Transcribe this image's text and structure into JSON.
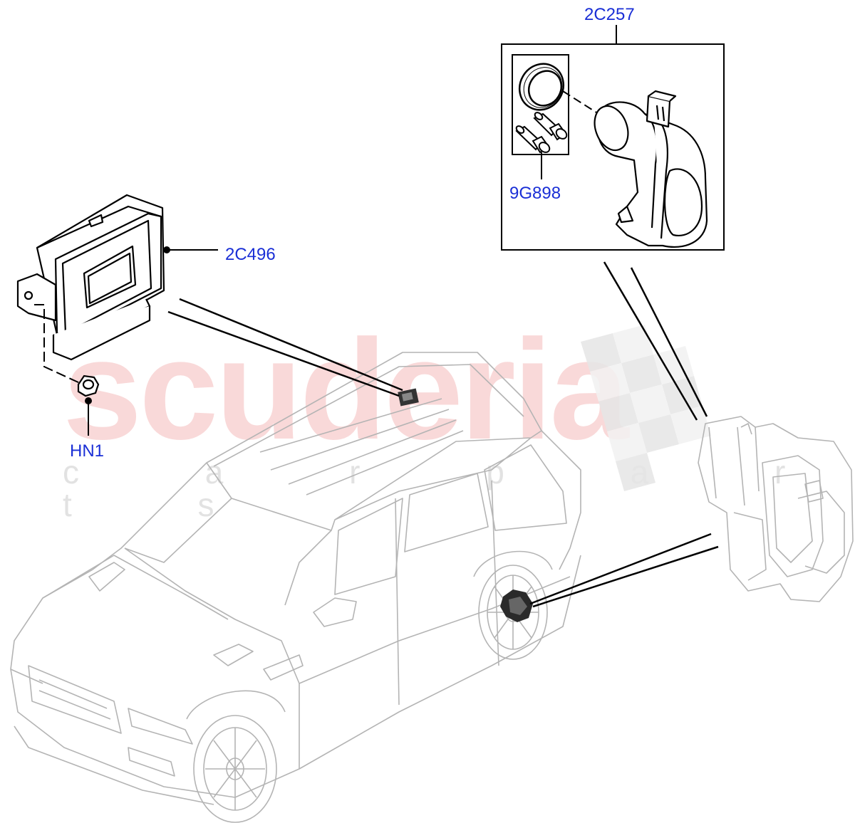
{
  "callouts": {
    "brake_actuator_kit": "2C257",
    "bolt_set": "9G898",
    "control_module": "2C496",
    "nut": "HN1"
  },
  "watermark": {
    "brand": "scuderia",
    "tagline": "c a r  p a r t s"
  },
  "colors": {
    "label_blue": "#1a2fd6",
    "line_black": "#000000",
    "ghost_grey": "#b4b4b4",
    "watermark_red": "#eb7878"
  }
}
